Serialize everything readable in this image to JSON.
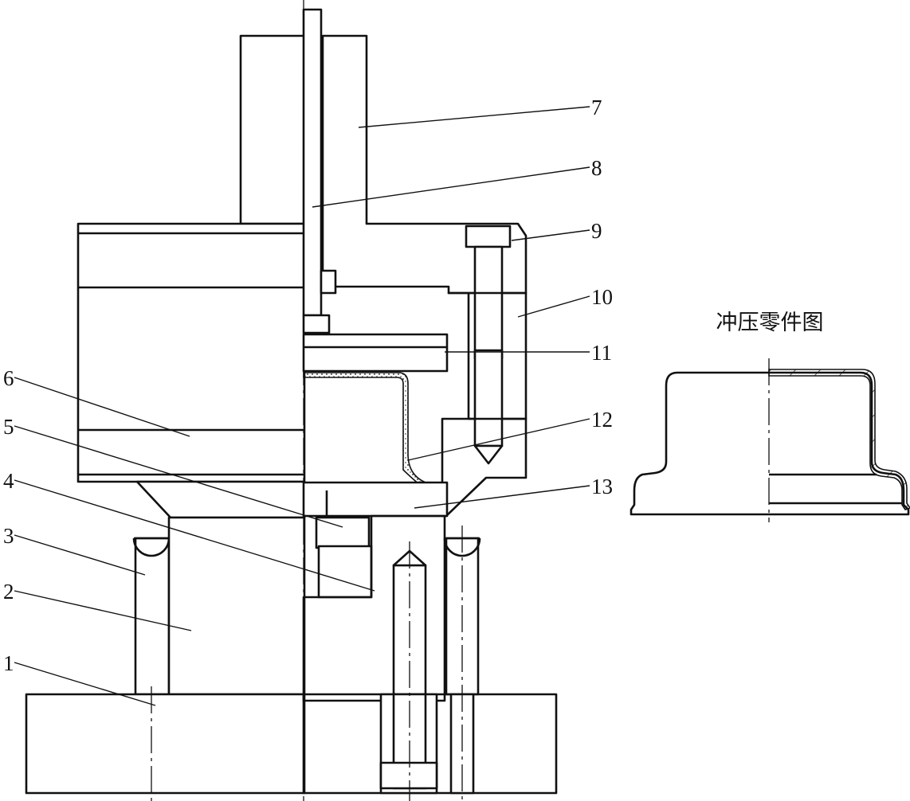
{
  "part_drawing_title": "冲压零件图",
  "callouts": [
    {
      "id": "label-1",
      "text": "1"
    },
    {
      "id": "label-2",
      "text": "2"
    },
    {
      "id": "label-3",
      "text": "3"
    },
    {
      "id": "label-4",
      "text": "4"
    },
    {
      "id": "label-5",
      "text": "5"
    },
    {
      "id": "label-6",
      "text": "6"
    },
    {
      "id": "label-7",
      "text": "7"
    },
    {
      "id": "label-8",
      "text": "8"
    },
    {
      "id": "label-9",
      "text": "9"
    },
    {
      "id": "label-10",
      "text": "10"
    },
    {
      "id": "label-11",
      "text": "11"
    },
    {
      "id": "label-12",
      "text": "12"
    },
    {
      "id": "label-13",
      "text": "13"
    }
  ]
}
